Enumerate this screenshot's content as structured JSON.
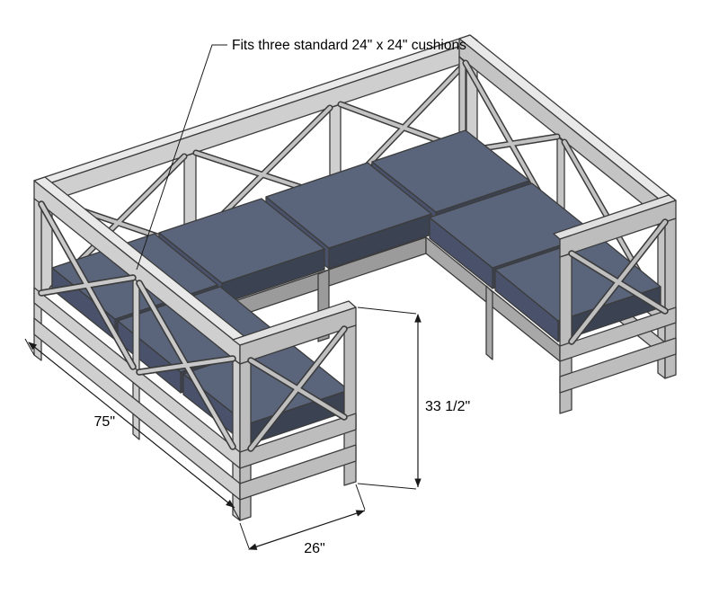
{
  "annotation": {
    "text": "Fits three standard 24\" x 24\" cushions"
  },
  "dimensions": {
    "side_length": "75\"",
    "arm_front_width": "26\"",
    "overall_height": "33 1/2\""
  },
  "colors": {
    "frame_light": "#cfcfcf",
    "frame_top": "#e9e9e9",
    "frame_shade": "#bdbdbd",
    "frame_dark": "#9b9b9b",
    "outline": "#3c3c3c",
    "cushion_top": "#5a657c",
    "cushion_front": "#3b4252",
    "cushion_side": "#49526a",
    "dimension_line": "#1a1a1a"
  }
}
